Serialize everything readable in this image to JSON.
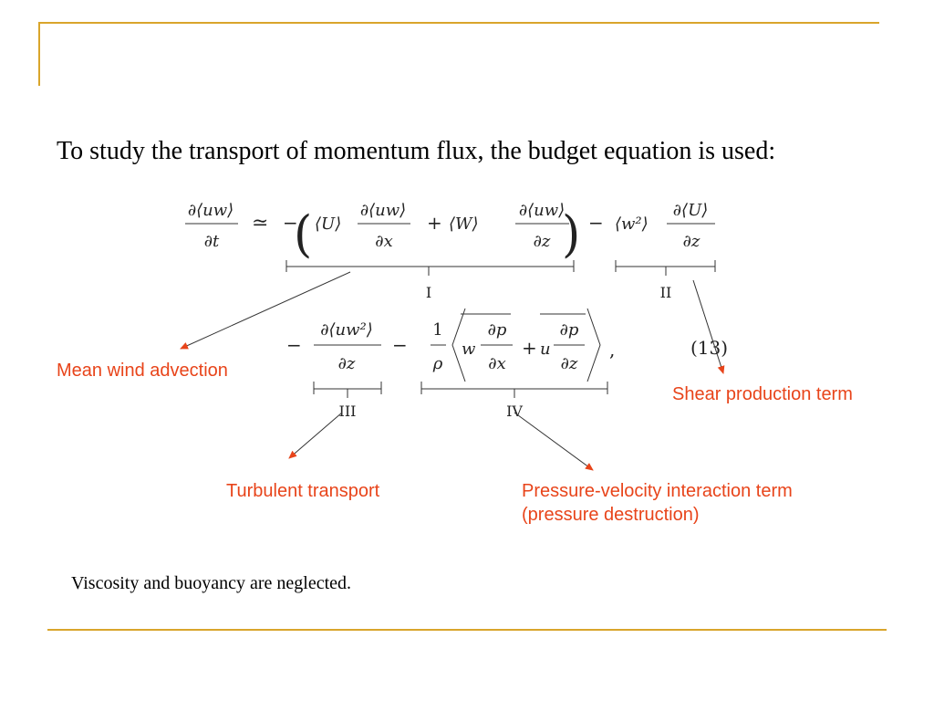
{
  "slide": {
    "intro_text": "To study the transport of momentum flux, the budget equation is used:",
    "footnote": "Viscosity and buoyancy are neglected.",
    "accent_color": "#d9a52b",
    "annotation_color": "#e8441a"
  },
  "equation": {
    "number": "(13)",
    "term_labels": [
      "I",
      "II",
      "III",
      "IV"
    ],
    "approx": "≃",
    "minus": "−",
    "plus": "+",
    "comma": ",",
    "partial": "∂",
    "lhs_num": "∂⟨uw⟩",
    "lhs_den": "∂t",
    "U": "⟨U⟩",
    "W": "⟨W⟩",
    "w2": "⟨w²⟩",
    "duw": "∂⟨uw⟩",
    "dx": "∂x",
    "dz": "∂z",
    "dU": "∂⟨U⟩",
    "duw2": "∂⟨uw²⟩",
    "one": "1",
    "rho": "ρ",
    "w": "w",
    "u": "u",
    "dp": "∂p"
  },
  "annotations": {
    "mean_wind_advection": "Mean wind advection",
    "shear_production": "Shear production term",
    "turbulent_transport": "Turbulent transport",
    "pressure_velocity_line1": "Pressure-velocity interaction term",
    "pressure_velocity_line2": "(pressure destruction)"
  }
}
